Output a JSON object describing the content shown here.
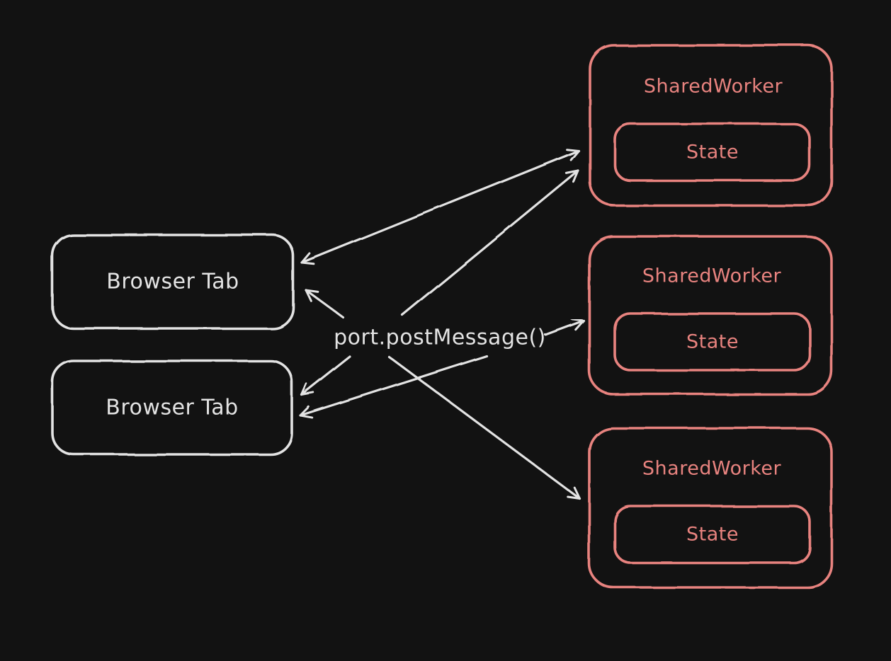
{
  "diagram": {
    "center_label": "port.postMessage()",
    "browser_tabs": [
      {
        "label": "Browser Tab"
      },
      {
        "label": "Browser Tab"
      }
    ],
    "workers": [
      {
        "label": "SharedWorker",
        "state_label": "State"
      },
      {
        "label": "SharedWorker",
        "state_label": "State"
      },
      {
        "label": "SharedWorker",
        "state_label": "State"
      }
    ],
    "arrows": [
      {
        "name": "tab1-worker1-bidirectional"
      },
      {
        "name": "label-to-worker1"
      },
      {
        "name": "label-to-worker2"
      },
      {
        "name": "label-to-worker3"
      },
      {
        "name": "label-to-tab1"
      },
      {
        "name": "label-to-tab2-upper"
      },
      {
        "name": "label-to-tab2-lower"
      }
    ],
    "colors": {
      "background": "#121212",
      "stroke_light": "#e3e3e3",
      "stroke_accent": "#e8837f"
    }
  }
}
